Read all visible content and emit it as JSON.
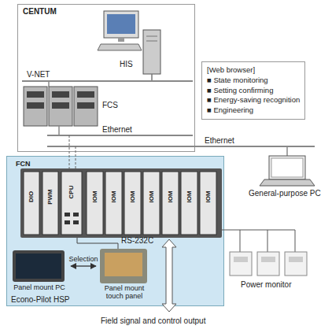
{
  "diagram": {
    "nodes": [
      {
        "text": [
          "CENTUM"
        ]
      },
      {
        "text": [
          "[Web browser]",
          "■ State monitoring",
          "■ Setting confirming",
          "■ Energy-saving recognition",
          "■ Engineering"
        ]
      },
      {
        "text": [
          "Econo-Pilot HSP"
        ]
      },
      {
        "text": [
          "FCN"
        ],
        "in": 2
      },
      {
        "text": [
          "Panel mount PC"
        ],
        "in": 2
      },
      {
        "text": [
          "Panel mount touch panel"
        ],
        "in": 2
      }
    ],
    "edges": [
      {
        "from": 4,
        "to": 5,
        "arrow": "both",
        "label": "Selection"
      }
    ],
    "labels": [
      "HIS",
      "V-NET",
      "FCS",
      "Ethernet",
      "Ethernet",
      "RS-232C",
      "General-purpose PC",
      "Power monitor",
      "Field signal and control output",
      "DIO",
      "PWM",
      "CPU",
      "IOM",
      "IOM",
      "IOM",
      "IOM",
      "IOM",
      "IOM",
      "IOM"
    ]
  }
}
